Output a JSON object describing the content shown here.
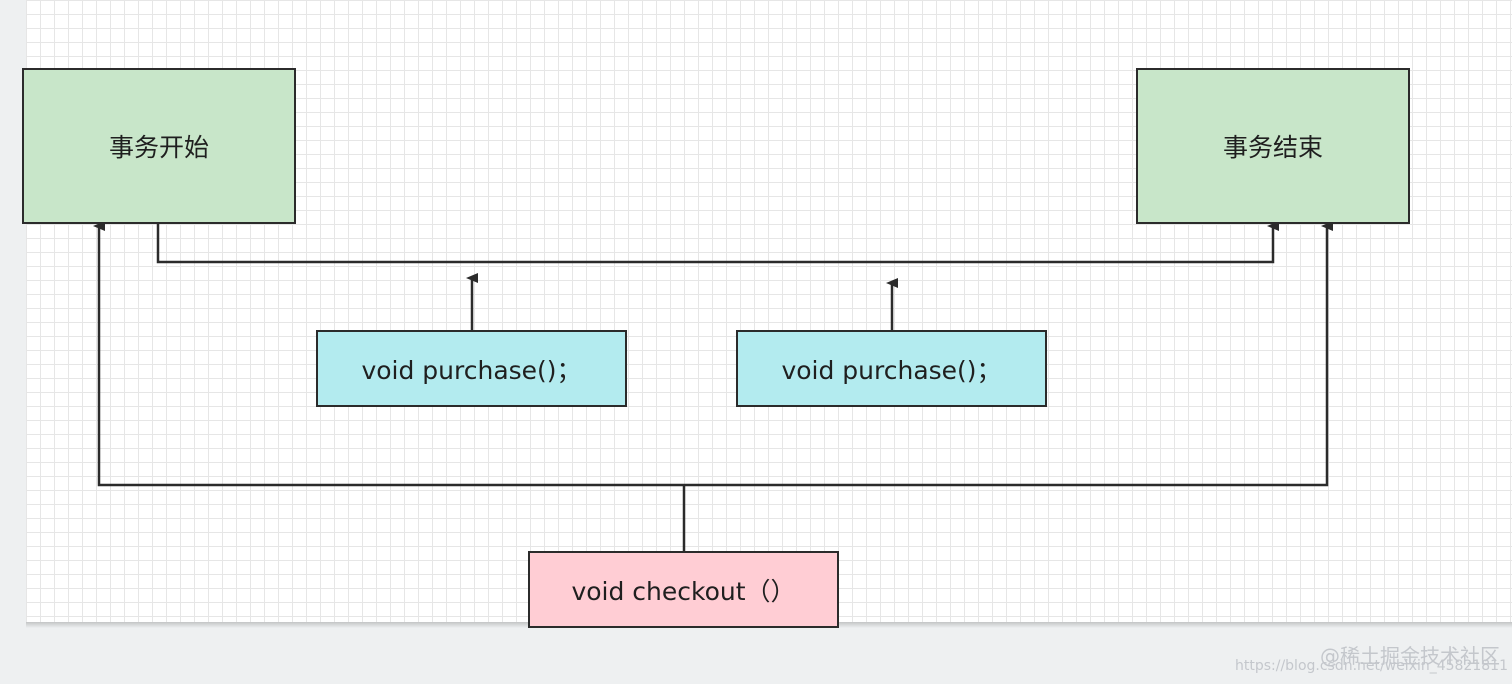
{
  "nodes": {
    "transaction_start": "事务开始",
    "transaction_end": "事务结束",
    "purchase_1": "void purchase()；",
    "purchase_2": "void purchase()；",
    "checkout": "void checkout（）"
  },
  "colors": {
    "start_end_fill": "#c8e6c9",
    "purchase_fill": "#b3ebef",
    "checkout_fill": "#ffcdd4",
    "stroke": "#2b2b2b"
  },
  "watermark": {
    "brand": "@稀土掘金技术社区",
    "url": "https://blog.csdn.net/weixin_45821811"
  }
}
